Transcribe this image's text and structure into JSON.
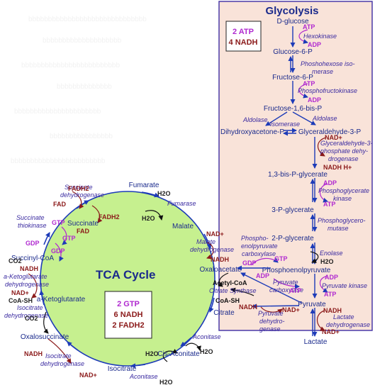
{
  "glycolysis": {
    "title": "Glycolysis",
    "summary": {
      "atp": "2 ATP",
      "nadh": "4 NADH"
    },
    "metabolites": {
      "d_glucose": "D-glucose",
      "g6p": "Glucose-6-P",
      "f6p": "Fructose-6-P",
      "f16bp": "Fructose-1,6-bis-P",
      "dhap": "Dihydroxyacetone-P",
      "g3p": "Glyceraldehyde-3-P",
      "bpg13": "1,3-bis-P-glycerate",
      "pg3": "3-P-glycerate",
      "pg2": "2-P-glycerate",
      "pep": "Phosphoenolpyruvate",
      "pyruvate": "Pyruvate",
      "lactate": "Lactate"
    },
    "enzymes": {
      "hexokinase": "Hexokinase",
      "phi_1": "Phoshohexose iso-",
      "phi_2": "merase",
      "pfk": "Phosphofructokinase",
      "aldolase_left": "Aldolase",
      "aldolase_right": "Aldolase",
      "isomerase": "Isomerase",
      "gapdh_1": "Glyceraldehyde-3-",
      "gapdh_2": "phosphate dehy-",
      "gapdh_3": "drogenase",
      "pgk_1": "Phosphoglycerate",
      "pgk_2": "kinase",
      "pgm_1": "Phosphoglycero-",
      "pgm_2": "mutase",
      "enolase": "Enolase",
      "pk": "Pyruvate kinase",
      "ldh_1": "Lactate",
      "ldh_2": "dehydrogenase"
    },
    "cofactors": {
      "atp_1": "ATP",
      "adp_1": "ADP",
      "atp_2": "ATP",
      "adp_2": "ADP",
      "nad_1": "NAD+",
      "nadh_1": "NADH H+",
      "adp_3": "ADP",
      "atp_3": "ATP",
      "h2o_enolase": "H2O",
      "adp_4": "ADP",
      "atp_4": "ATP",
      "nadh_ldh": "NADH",
      "nad_ldh": "NAD+"
    }
  },
  "bridge": {
    "pepck_1": "Phospho-",
    "pepck_2": "enolpyruvate",
    "pepck_3": "carboxylase",
    "gdp": "GDP",
    "gtp": "GTP",
    "adp": "ADP",
    "pc_1": "Pyruvate",
    "pc_2": "carboxylase",
    "atp": "ATP",
    "pdh_1": "Pyruvate",
    "pdh_2": "dehydro-",
    "pdh_3": "genase",
    "nadh": "NADH",
    "nad": "NAD+",
    "acetyl_coa": "Acetyl-CoA",
    "coa_sh": "CoA-SH",
    "citrate_synthase": "Citrate Synthase"
  },
  "tca": {
    "title": "TCA Cycle",
    "summary": {
      "gtp": "2 GTP",
      "nadh": "6 NADH",
      "fadh2": "2 FADH2"
    },
    "metabolites": {
      "oxaloacetate": "Oxaloacetate",
      "citrate": "Citrate",
      "cis_aconitate": "Cis-Aconitate",
      "isocitrate": "Isocitrate",
      "oxalosuccinate": "Oxalosuccinate",
      "akg": "a-Ketoglutarate",
      "succinyl_coa": "Succinyl-CoA",
      "succinate": "Succinate",
      "fumarate": "Fumarate",
      "malate": "Malate"
    },
    "enzymes": {
      "aconitase_1": "Aconitase",
      "aconitase_2": "Aconitase",
      "idh_1": "Isocitrate",
      "idh_2": "dehydrogenase",
      "idh2_1": "Isocitrate",
      "idh2_2": "dehydrogenase",
      "akgdh_1": "a-Ketoglutarate",
      "akgdh_2": "dehydrogenase",
      "thiokinase_1": "Succinate",
      "thiokinase_2": "thiokinase",
      "sdh_1": "Succinate",
      "sdh_2": "dehydrogenase",
      "fumarase": "Fumarase",
      "mdh_1": "Malate",
      "mdh_2": "dehydrogenase"
    },
    "cofactors": {
      "h2o_cit_1": "H2O",
      "h2o_cit_2": "H2O",
      "h2o_isocit": "H2O",
      "nadh_idh": "NADH",
      "nad_idh": "NAD+",
      "co2_1": "CO2",
      "co2_2": "CO2",
      "nadh_akg": "NADH",
      "nad_akg": "NAD+",
      "coa_sh_akg": "CoA-SH",
      "gtp_1": "GTP",
      "gdp_1": "GDP",
      "gtp_2": "GTP",
      "gdp_2": "GDP",
      "fadh2_1": "FADH2",
      "fad_1": "FAD",
      "fadh2_2": "FADH2",
      "fad_2": "FAD",
      "h2o_fum_1": "H2O",
      "h2o_fum_2": "H2O",
      "nad_mdh": "NAD+",
      "nadh_mdh": "NADH"
    }
  },
  "faint_text": [
    "bbbbbbbbbbbbbbbbbbbbbbbbbbbbbb",
    "bbbbbbbbbbbbbbbbbbbb",
    "bbbbbbbbbbbbbbbbbbbbbbbbb",
    "bbbbbbbbbbbbbb",
    "bbbbbbbbbbbbbbbbbbbbbb",
    "bbbbbbbbbbbbbbbb",
    "bbbbbbbbbbbbbbbbbbbbbbbb"
  ],
  "colors": {
    "metabolite": "#1a2a8c",
    "enzyme": "#3a2aa0",
    "atp": "#b02ad0",
    "nad": "#8b1a1a",
    "dark": "#222222",
    "arrow": "#1d3bb8",
    "glycolysis_bg": "#f9e3d9",
    "glycolysis_border": "#4a3aa8",
    "tca_fill": "#c6f08f"
  }
}
